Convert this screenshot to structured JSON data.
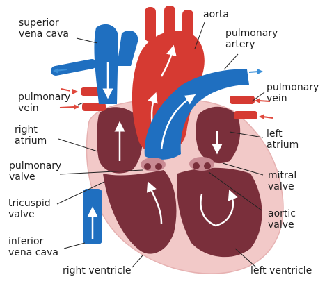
{
  "colors": {
    "blood_red": "#d63a32",
    "blood_red_dark": "#a51f22",
    "vessel_blue": "#1f6fc0",
    "vessel_blue_dark": "#154f93",
    "chamber_maroon": "#7a2f3b",
    "chamber_light": "#b86c78",
    "heart_wall": "#f2c9c8",
    "flow_arrow": "#ffffff",
    "out_arrow_blue": "#3a8fd8",
    "in_arrow_red": "#e0483c"
  },
  "labels": {
    "superior_vena_cava": [
      "superior",
      "vena cava"
    ],
    "aorta": [
      "aorta"
    ],
    "pulmonary_artery": [
      "pulmonary",
      "artery"
    ],
    "pulmonary_vein_left": [
      "pulmonary",
      "vein"
    ],
    "pulmonary_vein_right": [
      "pulmonary",
      "vein"
    ],
    "right_atrium": [
      "right",
      "atrium"
    ],
    "left_atrium": [
      "left",
      "atrium"
    ],
    "pulmonary_valve": [
      "pulmonary",
      "valve"
    ],
    "mitral_valve": [
      "mitral",
      "valve"
    ],
    "tricuspid_valve": [
      "tricuspid",
      "valve"
    ],
    "aortic_valve": [
      "aortic",
      "valve"
    ],
    "inferior_vena_cava": [
      "inferior",
      "vena cava"
    ],
    "right_ventricle": [
      "right ventricle"
    ],
    "left_ventricle": [
      "left ventricle"
    ]
  }
}
